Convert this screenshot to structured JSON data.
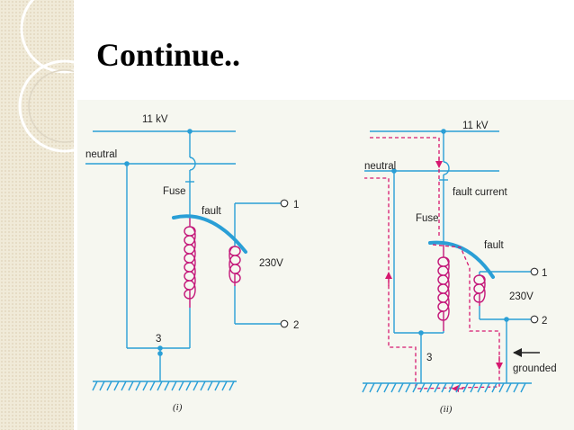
{
  "slide": {
    "title": "Continue..",
    "colors": {
      "wire": "#2a9fd6",
      "coil": "#c4187a",
      "fault_path": "#d6186f",
      "ground": "#2a9fd6",
      "text": "#222222",
      "accent_strip": "#f0ead8"
    }
  },
  "diagram_i": {
    "supply_label": "11 kV",
    "neutral_label": "neutral",
    "fuse_label": "Fuse",
    "fault_label": "fault",
    "voltage_label": "230V",
    "terminal_1": "1",
    "terminal_2": "2",
    "earth_label": "3",
    "caption": "(i)"
  },
  "diagram_ii": {
    "supply_label": "11 kV",
    "neutral_label": "neutral",
    "fault_current_label": "fault current",
    "fuse_label": "Fuse",
    "fault_label": "fault",
    "voltage_label": "230V",
    "terminal_1": "1",
    "terminal_2": "2",
    "earth_label": "3",
    "grounded_label": "grounded",
    "caption": "(ii)"
  }
}
